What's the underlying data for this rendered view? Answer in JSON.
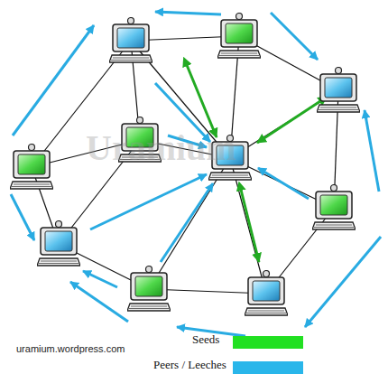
{
  "diagram": {
    "labels": [
      "Uramium",
      "uramium.wordpress.com"
    ],
    "legend": [
      {
        "text": "Seeds",
        "color": "#22e022"
      },
      {
        "text": "Peers / Leeches",
        "color": "#29b6ea"
      }
    ]
  }
}
